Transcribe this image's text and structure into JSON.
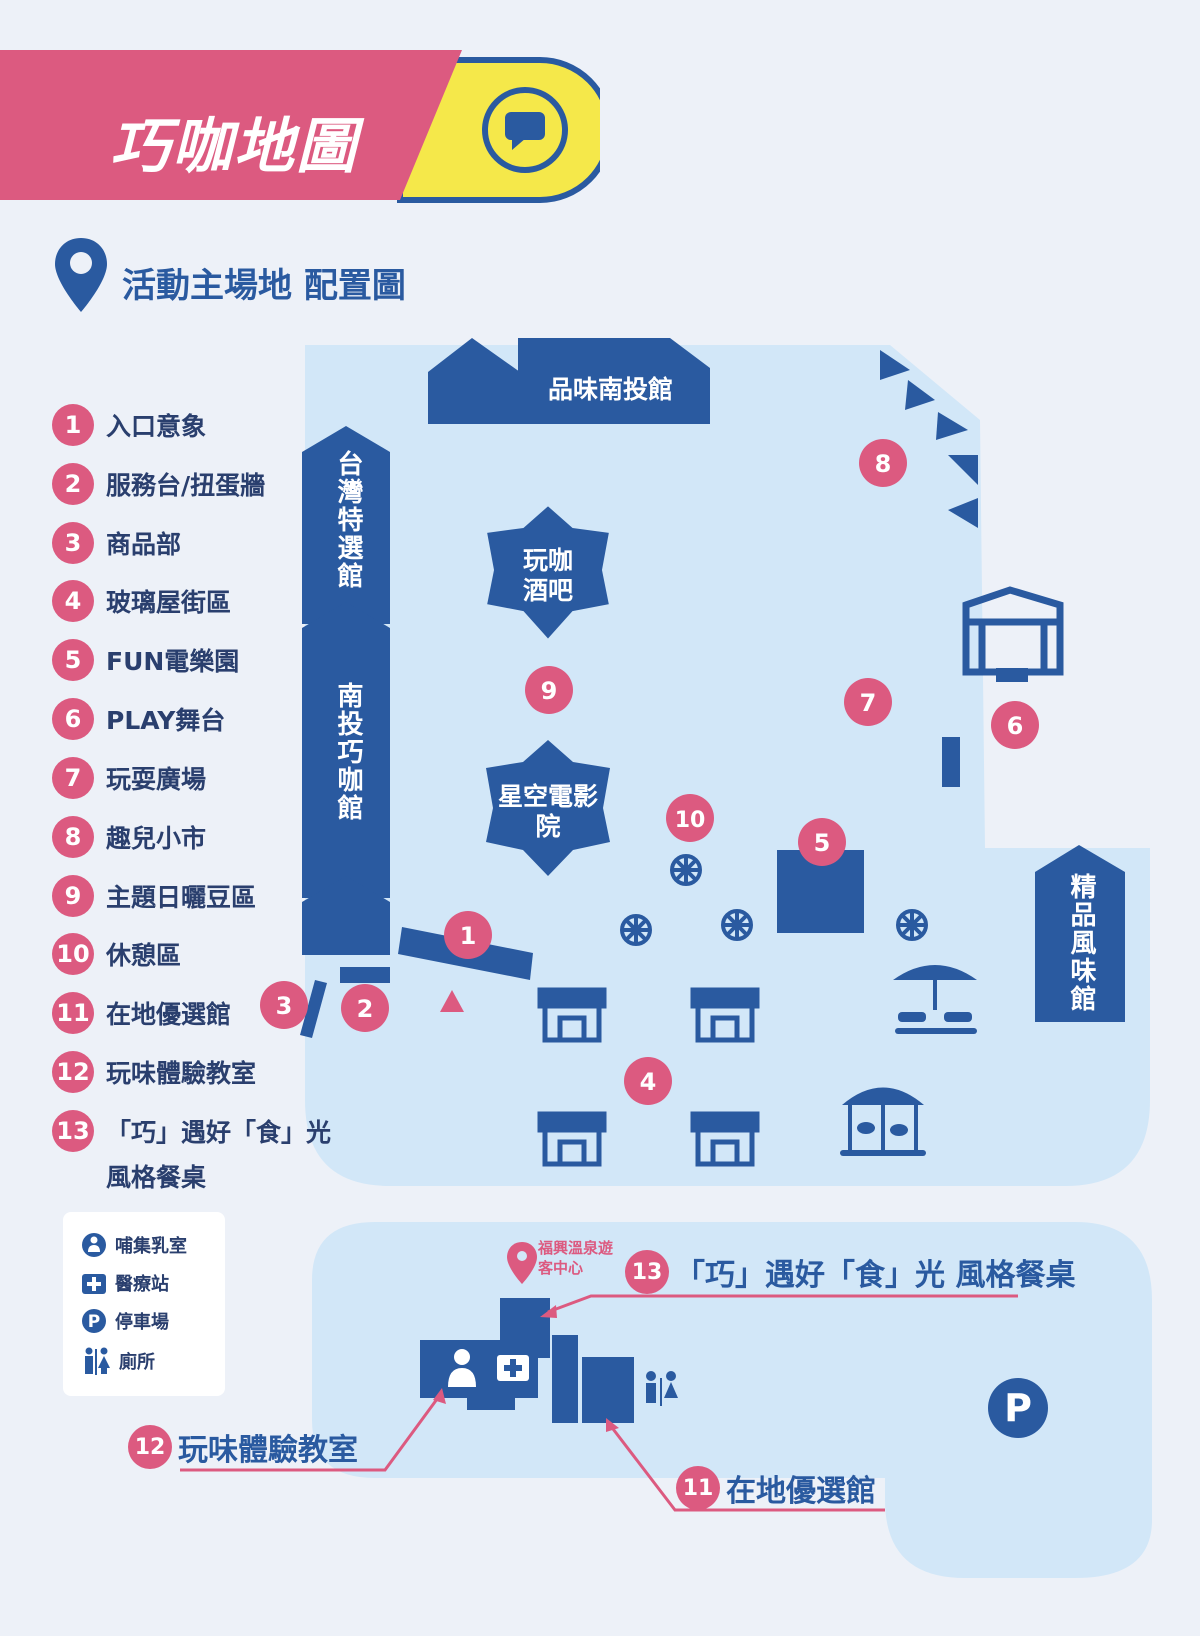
{
  "header": {
    "title": "巧咖地圖",
    "subtitle": "活動主場地 配置圖"
  },
  "legend": [
    {
      "num": "1",
      "label": "入口意象"
    },
    {
      "num": "2",
      "label": "服務台/扭蛋牆"
    },
    {
      "num": "3",
      "label": "商品部"
    },
    {
      "num": "4",
      "label": "玻璃屋街區"
    },
    {
      "num": "5",
      "label": "FUN電樂園"
    },
    {
      "num": "6",
      "label": "PLAY舞台"
    },
    {
      "num": "7",
      "label": "玩耍廣場"
    },
    {
      "num": "8",
      "label": "趣兒小市"
    },
    {
      "num": "9",
      "label": "主題日曬豆區"
    },
    {
      "num": "10",
      "label": "休憩區"
    },
    {
      "num": "11",
      "label": "在地優選館"
    },
    {
      "num": "12",
      "label": "玩味體驗教室"
    },
    {
      "num": "13",
      "label": "「巧」遇好「食」光",
      "label2": "風格餐桌"
    }
  ],
  "icon_key": [
    {
      "icon": "nursing-room-icon",
      "label": "哺集乳室"
    },
    {
      "icon": "medical-station-icon",
      "label": "醫療站"
    },
    {
      "icon": "parking-icon",
      "label": "停車場"
    },
    {
      "icon": "restroom-icon",
      "label": "廁所"
    }
  ],
  "buildings": {
    "top": "品味南投館",
    "taiwan": "台灣特選館",
    "nantou": "南投巧咖館",
    "bar": "玩咖酒吧",
    "cinema": "星空電影院",
    "boutique": "精品風味館"
  },
  "markers": {
    "m1": "1",
    "m2": "2",
    "m3": "3",
    "m4": "4",
    "m5": "5",
    "m6": "6",
    "m7": "7",
    "m8": "8",
    "m9": "9",
    "m10": "10"
  },
  "lower": {
    "visitor_center": "福興溫泉遊客中心",
    "callout13_num": "13",
    "callout13_label": "「巧」遇好「食」光 風格餐桌",
    "callout12_num": "12",
    "callout12_label": "玩味體驗教室",
    "callout11_num": "11",
    "callout11_label": "在地優選館",
    "parking_letter": "P"
  },
  "colors": {
    "pink": "#dc5a80",
    "navy": "#2a5aa0",
    "yellow": "#f5e84a",
    "area": "#d2e7f8",
    "background": "#edf1f8"
  }
}
